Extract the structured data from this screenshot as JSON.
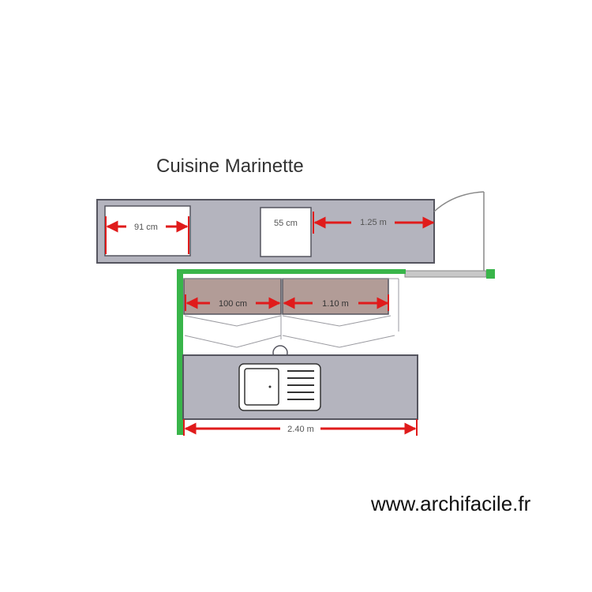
{
  "plan": {
    "title": "Cuisine Marinette",
    "watermark": "www.archifacile.fr",
    "dimensions": {
      "upper_left_width": "91 cm",
      "upper_middle_width": "55 cm",
      "upper_right_length": "1.25 m",
      "middle_left_width": "100 cm",
      "middle_right_width": "1.10 m",
      "bottom_length": "2.40 m"
    }
  },
  "colors": {
    "counter_fill": "#b4b4be",
    "counter_stroke": "#55555f",
    "cabinet_fill": "#b29c97",
    "wall_green": "#39b54a",
    "dimension_red": "#e01b1b",
    "window_grey": "#c8c8c8"
  },
  "icons": {
    "sink": "sink-icon",
    "door": "door-swing-icon",
    "arrow": "dimension-arrow-icon"
  }
}
